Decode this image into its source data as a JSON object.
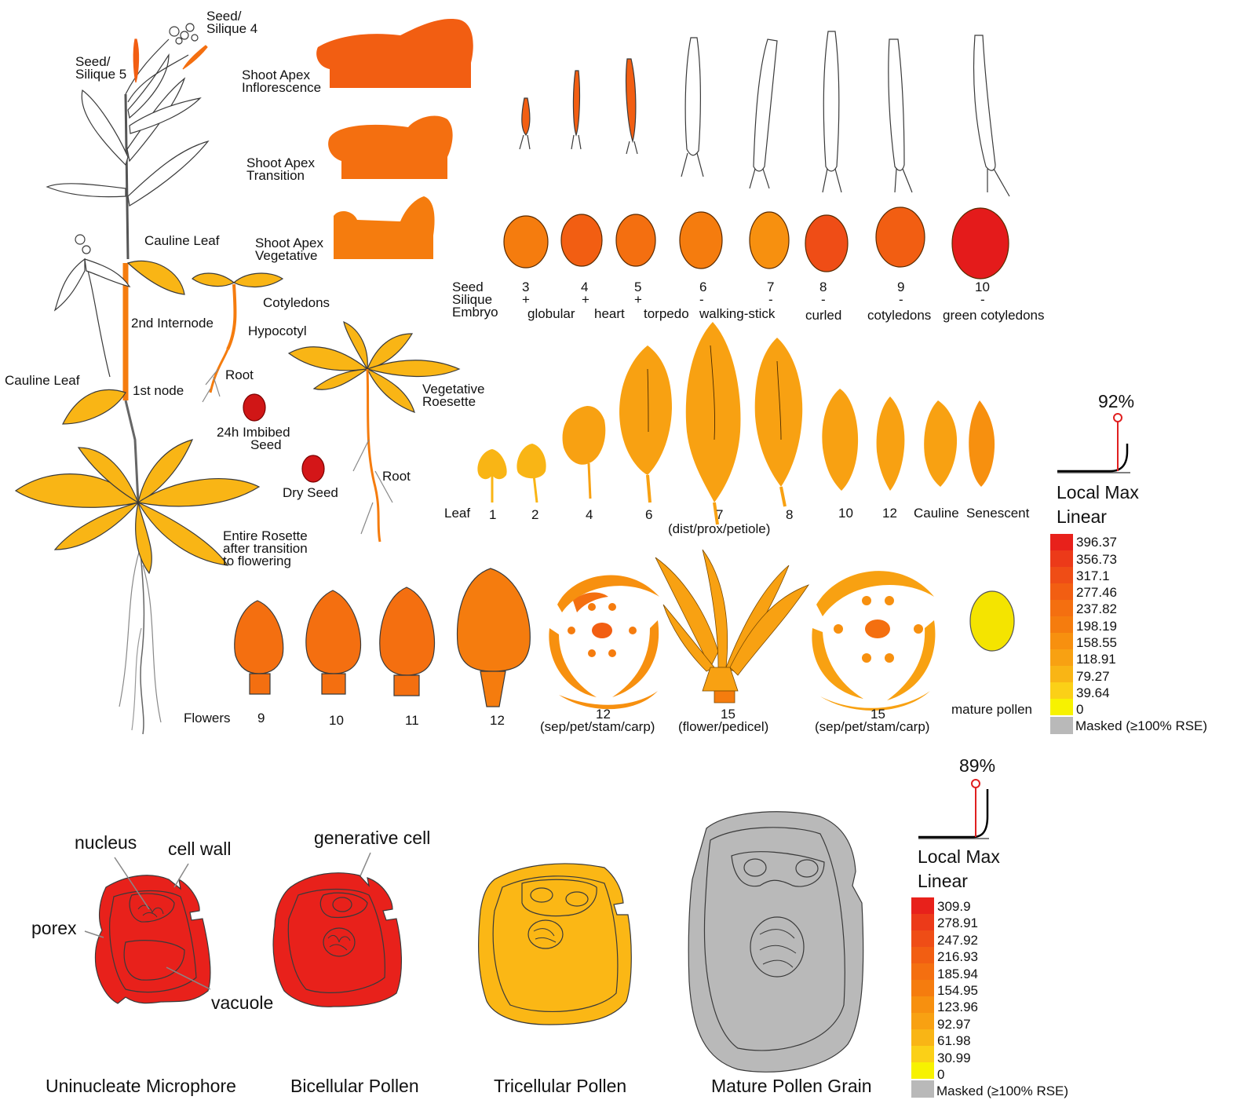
{
  "colors": {
    "c396": "#e8211b",
    "c356": "#ec3a19",
    "c317": "#ef4d16",
    "c277": "#f25e12",
    "c237": "#f46f10",
    "c198": "#f57c0e",
    "c158": "#f7900f",
    "c118": "#f8a112",
    "c79": "#f9b515",
    "c39": "#fbd017",
    "c0": "#f7f200",
    "masked": "#b9b9b9",
    "outline": "#3a3a3a"
  },
  "top_panel": {
    "plant_labels": {
      "seed_silique_4": [
        "Seed/",
        "Silique 4"
      ],
      "seed_silique_5": [
        "Seed/",
        "Silique 5"
      ],
      "cauline_leaf_top": "Cauline Leaf",
      "second_internode": "2nd Internode",
      "cauline_leaf_left": "Cauline Leaf",
      "first_node": "1st node",
      "entire_rosette": [
        "Entire Rosette",
        "after transition",
        "to flowering"
      ]
    },
    "apex_labels": {
      "inflorescence": [
        "Shoot Apex",
        "Inflorescence"
      ],
      "transition": [
        "Shoot Apex",
        "Transition"
      ],
      "vegetative": [
        "Shoot Apex",
        "Vegetative"
      ]
    },
    "seedling_labels": {
      "cotyledons": "Cotyledons",
      "hypocotyl": "Hypocotyl",
      "root": "Root",
      "imbibed_seed": [
        "24h Imbibed",
        "Seed"
      ],
      "dry_seed": "Dry Seed",
      "vegetative_rosette": [
        "Vegetative",
        "Roesette"
      ],
      "root2": "Root"
    },
    "seed_row": {
      "row_titles": [
        "Seed",
        "Silique",
        "Embryo"
      ],
      "stages": [
        {
          "num": "3",
          "sil": "+",
          "emb": "globular"
        },
        {
          "num": "4",
          "sil": "+",
          "emb": "heart"
        },
        {
          "num": "5",
          "sil": "+",
          "emb": "torpedo"
        },
        {
          "num": "6",
          "sil": "-",
          "emb": "walking-stick"
        },
        {
          "num": "7",
          "sil": "-",
          "emb": ""
        },
        {
          "num": "8",
          "sil": "-",
          "emb": "curled"
        },
        {
          "num": "9",
          "sil": "-",
          "emb": "cotyledons"
        },
        {
          "num": "10",
          "sil": "-",
          "emb": "green cotyledons"
        }
      ]
    },
    "leaf_row": {
      "title": "Leaf",
      "labels": [
        "1",
        "2",
        "4",
        "6",
        "7",
        "8",
        "10",
        "12",
        "Cauline",
        "Senescent"
      ],
      "sub_label": "(dist/prox/petiole)"
    },
    "flower_row": {
      "title": "Flowers",
      "labels": [
        "9",
        "10",
        "11",
        "12",
        "12",
        "15",
        "15",
        "mature pollen"
      ],
      "sub_labels": [
        "(sep/pet/stam/carp)",
        "(flower/pedicel)",
        "(sep/pet/stam/carp)"
      ]
    },
    "legend": {
      "percent": "92%",
      "mode1": "Local Max",
      "mode2": "Linear",
      "values": [
        "396.37",
        "356.73",
        "317.1",
        "277.46",
        "237.82",
        "198.19",
        "158.55",
        "118.91",
        "79.27",
        "39.64",
        "0"
      ],
      "masked": "Masked (≥100% RSE)"
    }
  },
  "bottom_panel": {
    "annotations": {
      "nucleus": "nucleus",
      "cell_wall": "cell wall",
      "porex": "porex",
      "vacuole": "vacuole",
      "generative_cell": "generative cell"
    },
    "captions": [
      "Uninucleate Microphore",
      "Bicellular Pollen",
      "Tricellular Pollen",
      "Mature Pollen Grain"
    ],
    "legend": {
      "percent": "89%",
      "mode1": "Local Max",
      "mode2": "Linear",
      "values": [
        "309.9",
        "278.91",
        "247.92",
        "216.93",
        "185.94",
        "154.95",
        "123.96",
        "92.97",
        "61.98",
        "30.99",
        "0"
      ],
      "masked": "Masked (≥100% RSE)"
    }
  }
}
